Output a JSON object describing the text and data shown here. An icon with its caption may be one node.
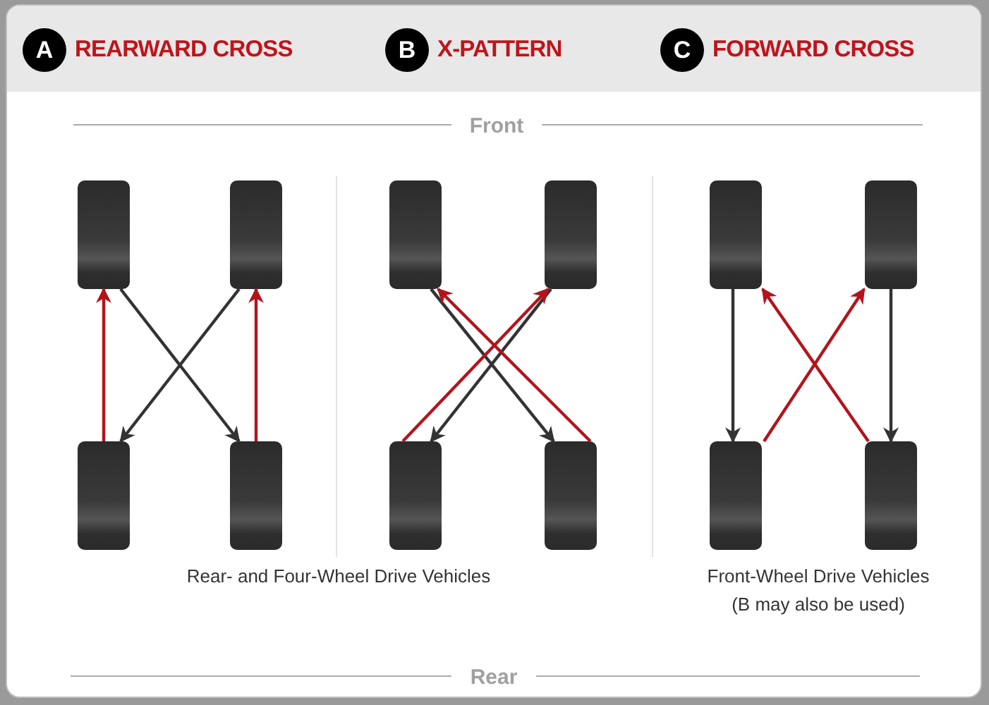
{
  "diagram": {
    "nodes": [
      {
        "text": [],
        "shape": "tire"
      },
      {
        "text": [],
        "shape": "tire"
      },
      {
        "text": [],
        "shape": "tire"
      },
      {
        "text": [],
        "shape": "tire"
      },
      {
        "text": [],
        "shape": "tire"
      },
      {
        "text": [],
        "shape": "tire"
      },
      {
        "text": [],
        "shape": "tire"
      },
      {
        "text": [],
        "shape": "tire"
      },
      {
        "text": [],
        "shape": "tire"
      },
      {
        "text": [],
        "shape": "tire"
      },
      {
        "text": [],
        "shape": "tire"
      },
      {
        "text": [],
        "shape": "tire"
      }
    ],
    "edges": [
      {
        "from": 2,
        "to": 0,
        "arrow": "to",
        "color": "#b3141c"
      },
      {
        "from": 3,
        "to": 1,
        "arrow": "to",
        "color": "#b3141c"
      },
      {
        "from": 0,
        "to": 3,
        "arrow": "to",
        "color": "#333333"
      },
      {
        "from": 1,
        "to": 2,
        "arrow": "to",
        "color": "#333333"
      },
      {
        "from": 4,
        "to": 7,
        "arrow": "to",
        "color": "#333333"
      },
      {
        "from": 5,
        "to": 6,
        "arrow": "to",
        "color": "#333333"
      },
      {
        "from": 6,
        "to": 5,
        "arrow": "to",
        "color": "#b3141c"
      },
      {
        "from": 7,
        "to": 4,
        "arrow": "to",
        "color": "#b3141c"
      },
      {
        "from": 8,
        "to": 10,
        "arrow": "to",
        "color": "#333333"
      },
      {
        "from": 9,
        "to": 11,
        "arrow": "to",
        "color": "#333333"
      },
      {
        "from": 10,
        "to": 9,
        "arrow": "to",
        "color": "#b3141c"
      },
      {
        "from": 11,
        "to": 8,
        "arrow": "to",
        "color": "#b3141c"
      }
    ],
    "labels": [
      "A",
      "REARWARD CROSS",
      "B",
      "X-PATTERN",
      "C",
      "FORWARD CROSS",
      "Front",
      "Rear- and Four-Wheel Drive Vehicles",
      "Front-Wheel Drive Vehicles",
      "(B may also be used)",
      "Rear"
    ]
  }
}
